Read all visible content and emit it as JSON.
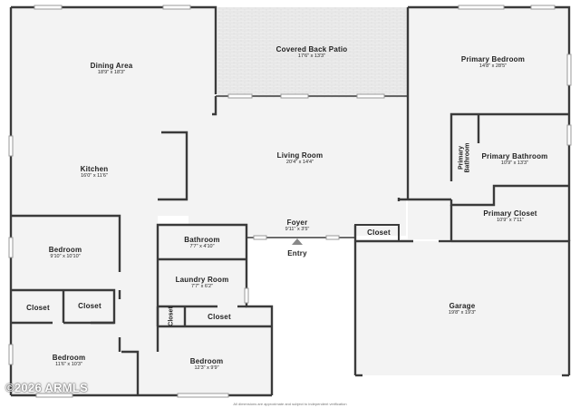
{
  "rooms": {
    "dining_area": {
      "name": "Dining Area",
      "dims": "18'9\" x 18'3\""
    },
    "covered_patio": {
      "name": "Covered Back Patio",
      "dims": "17'6\" x 13'3\""
    },
    "primary_bedroom": {
      "name": "Primary Bedroom",
      "dims": "14'8\" x 28'5\""
    },
    "primary_bath_small": {
      "name_line1": "Primary",
      "name_line2": "Bathroom"
    },
    "primary_bathroom": {
      "name": "Primary Bathroom",
      "dims": "10'9\" x 13'3\""
    },
    "living_room": {
      "name": "Living Room",
      "dims": "20'4\" x 14'4\""
    },
    "kitchen": {
      "name": "Kitchen",
      "dims": "16'0\" x 11'6\""
    },
    "primary_closet": {
      "name": "Primary Closet",
      "dims": "10'9\" x 7'11\""
    },
    "foyer": {
      "name": "Foyer",
      "dims": "9'11\" x 3'5\""
    },
    "entry": {
      "name": "Entry"
    },
    "closet_foyer": {
      "name": "Closet"
    },
    "bathroom": {
      "name": "Bathroom",
      "dims": "7'7\" x 4'10\""
    },
    "bedroom_left": {
      "name": "Bedroom",
      "dims": "9'10\" x 10'10\""
    },
    "laundry": {
      "name": "Laundry Room",
      "dims": "7'7\" x 6'2\""
    },
    "closet_a": {
      "name": "Closet"
    },
    "closet_b": {
      "name": "Closet"
    },
    "closet_vertical": {
      "name": "Closet"
    },
    "closet_c": {
      "name": "Closet"
    },
    "garage": {
      "name": "Garage",
      "dims": "19'8\" x 19'3\""
    },
    "bedroom_bottom_left": {
      "name": "Bedroom",
      "dims": "11'6\" x 10'3\""
    },
    "bedroom_bottom_center": {
      "name": "Bedroom",
      "dims": "12'3\" x 9'9\""
    }
  },
  "watermark": "©2026 ARMLS",
  "disclaimer": "All dimensions are approximate and subject to independent verification",
  "colors": {
    "wall": "#3a3a3a",
    "floor": "#f2f2f2",
    "patio": "#e9e9e9"
  }
}
